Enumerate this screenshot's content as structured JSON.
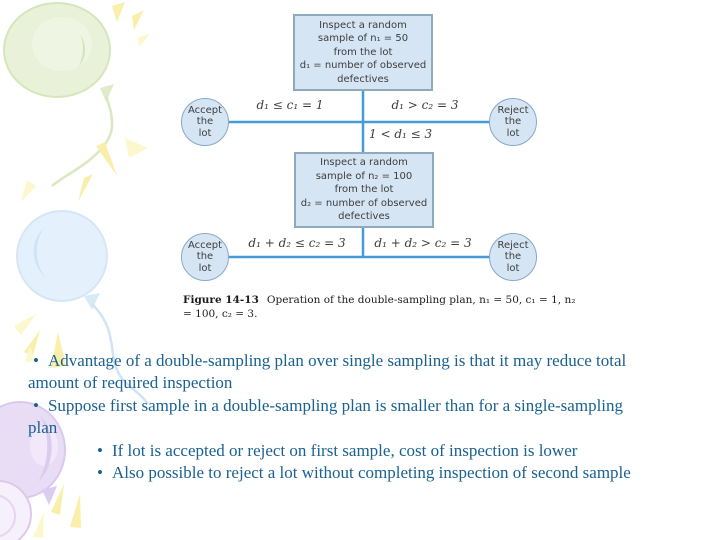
{
  "slide": {
    "figure": {
      "box1": {
        "text": "Inspect a random\nsample of n₁ = 50\nfrom the lot\nd₁ = number of observed\ndefectives"
      },
      "box2": {
        "text": "Inspect a random\nsample of n₂ = 100\nfrom the lot\nd₂ = number of observed\ndefectives"
      },
      "nodes": {
        "accept1": "Accept\nthe\nlot",
        "reject1": "Reject\nthe\nlot",
        "accept2": "Accept\nthe\nlot",
        "reject2": "Reject\nthe\nlot"
      },
      "conditions": {
        "accept1": "d₁ ≤ c₁ = 1",
        "reject1": "d₁ > c₂ = 3",
        "take_second_sample": "1 < d₁ ≤ 3",
        "accept2": "d₁ + d₂ ≤ c₂ = 3",
        "reject2": "d₁ + d₂ > c₂ = 3"
      },
      "caption": {
        "label": "Figure 14-13",
        "text": "Operation of the double-sampling plan, n₁ = 50, c₁ = 1, n₂ = 100, c₂ = 3."
      }
    },
    "bullets": {
      "marker": "•",
      "items": [
        {
          "level": 1,
          "text": "Advantage of a double-sampling plan over single sampling is that it may reduce total amount of required inspection"
        },
        {
          "level": 1,
          "text": "Suppose first sample in a double-sampling plan is smaller than for a single-sampling plan"
        },
        {
          "level": 2,
          "text": "If lot is accepted or reject on first sample, cost of inspection is lower"
        },
        {
          "level": 2,
          "text": "Also possible to reject a lot without completing inspection of second sample"
        }
      ]
    }
  },
  "colors": {
    "bullet_text": "#1a6191",
    "diagram_line": "#459bd5",
    "node_fill": "#d6e5f4",
    "node_border": "#86a9c6",
    "box_border": "#8fa9bd",
    "label_text": "#3d3d3d",
    "balloon_green": "#e9f2d8",
    "balloon_blue": "#e4f0fb",
    "balloon_purple": "#e8ddf5",
    "sparkle_yellow": "#f9efab"
  }
}
